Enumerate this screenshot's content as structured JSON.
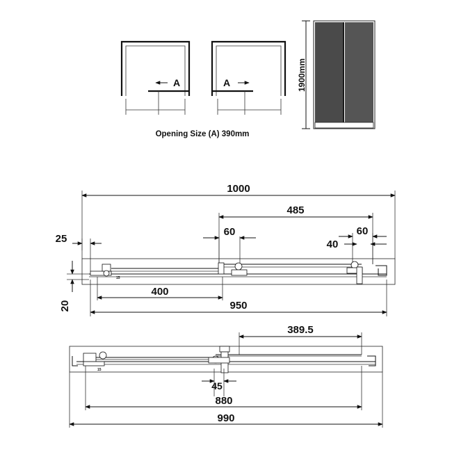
{
  "opening": {
    "label_left": "A",
    "label_right": "A",
    "caption": "Opening Size (A) 390mm"
  },
  "side_view": {
    "height_label": "1900mm"
  },
  "top_plan": {
    "overall_width": "1000",
    "door_travel": "485",
    "left_offset": "25",
    "roller_width_center": "60",
    "roller_width_right": "60",
    "right_offset": "40",
    "profile_depth": "20",
    "clip_label": "15",
    "panel_width": "400",
    "inner_width": "950"
  },
  "bottom_plan": {
    "door_travel": "389.5",
    "clip_label": "15",
    "handle_offset": "45",
    "panel_width": "880",
    "overall_width": "990"
  }
}
